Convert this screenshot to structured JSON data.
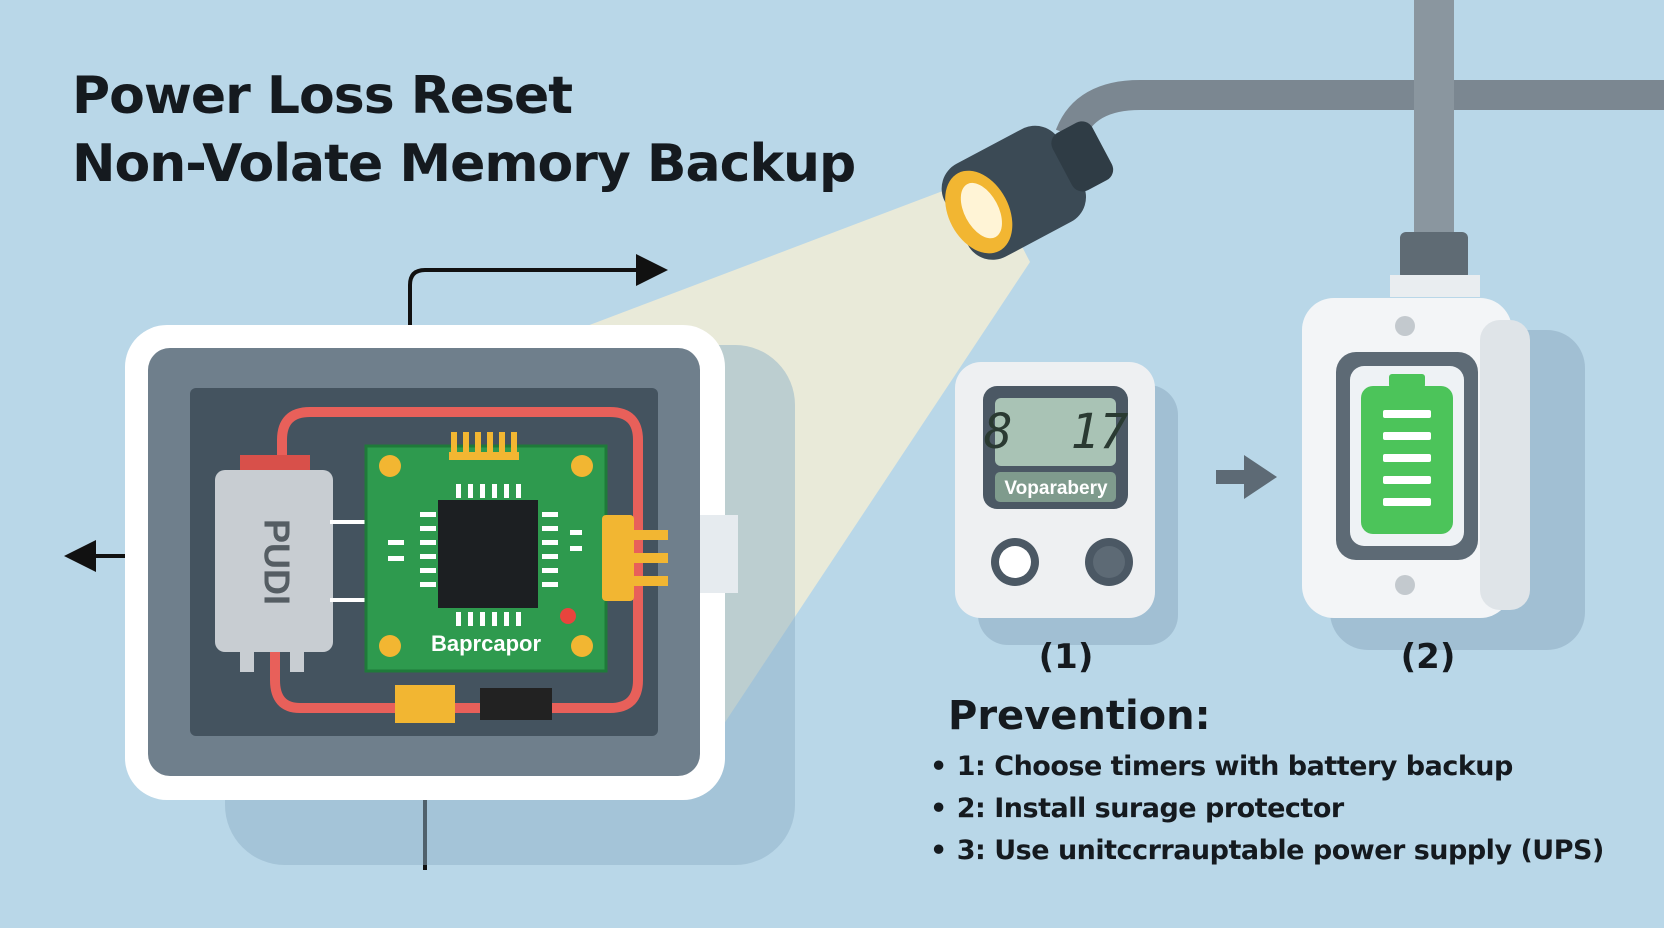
{
  "title": {
    "line1": "Power Loss Reset",
    "line2": "Non-Volate Memory Backup"
  },
  "circuit": {
    "module_label": "PUDI",
    "board_label": "Baprcapor"
  },
  "timer": {
    "display_digits": "8  17",
    "label": "Voparabery",
    "caption": "(1)"
  },
  "battery_outlet": {
    "caption": "(2)",
    "charge_level": 1.0
  },
  "prevention": {
    "heading": "Prevention:",
    "items": [
      "1: Choose timers with battery backup",
      "2: Install surage protector",
      "3: Use unitccrrauptable power supply (UPS)"
    ]
  },
  "colors": {
    "background": "#b9d7e8",
    "board": "#2e9a4e",
    "trace": "#e8605a",
    "battery": "#4cc45a",
    "lamp_glow": "#f6c343"
  }
}
